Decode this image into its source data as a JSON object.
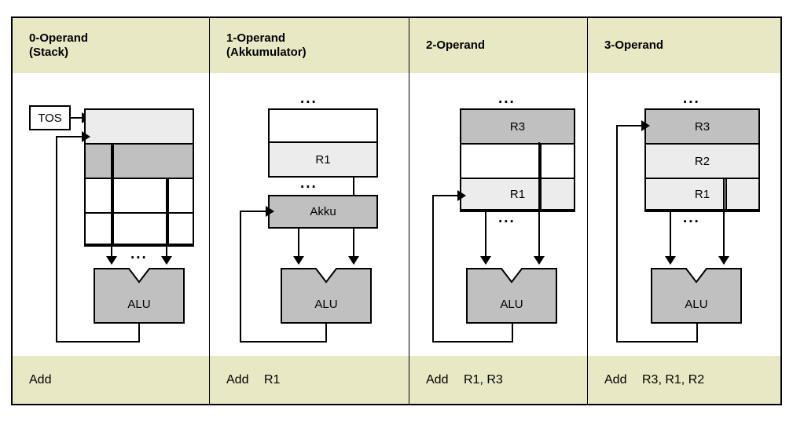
{
  "diagram": {
    "title_hidden": "",
    "colors": {
      "header_bg": "#e8e8c4",
      "footer_bg": "#e8e8c4",
      "cell_white": "#ffffff",
      "cell_light": "#ececec",
      "cell_dark": "#c0c0c0",
      "line": "#000000",
      "page_bg": "#ffffff"
    },
    "columns": [
      {
        "id": "col-0-operand",
        "header_line1": "0-Operand",
        "header_line2": "(Stack)",
        "instruction_mnemonic": "Add",
        "instruction_operands": "",
        "pointer_label": "TOS",
        "storage_type": "stack",
        "cells": [
          {
            "label": "",
            "shade": "light"
          },
          {
            "label": "",
            "shade": "dark"
          },
          {
            "label": "",
            "shade": "white"
          },
          {
            "label": "",
            "shade": "white"
          }
        ],
        "alu_label": "ALU",
        "ellipsis_top": "",
        "ellipsis_bottom": "..."
      },
      {
        "id": "col-1-operand",
        "header_line1": "1-Operand",
        "header_line2": "(Akkumulator)",
        "instruction_mnemonic": "Add",
        "instruction_operands": "R1",
        "pointer_label": "",
        "storage_type": "register-file",
        "cells": [
          {
            "label": "",
            "shade": "white"
          },
          {
            "label": "R1",
            "shade": "light"
          }
        ],
        "accumulator_label": "Akku",
        "alu_label": "ALU",
        "ellipsis_top": "...",
        "ellipsis_bottom": "..."
      },
      {
        "id": "col-2-operand",
        "header_line1": "2-Operand",
        "header_line2": "",
        "instruction_mnemonic": "Add",
        "instruction_operands": "R1, R3",
        "pointer_label": "",
        "storage_type": "register-file",
        "cells": [
          {
            "label": "R3",
            "shade": "dark"
          },
          {
            "label": "",
            "shade": "white"
          },
          {
            "label": "R1",
            "shade": "light"
          }
        ],
        "alu_label": "ALU",
        "ellipsis_top": "...",
        "ellipsis_bottom": "..."
      },
      {
        "id": "col-3-operand",
        "header_line1": "3-Operand",
        "header_line2": "",
        "instruction_mnemonic": "Add",
        "instruction_operands": "R3, R1, R2",
        "pointer_label": "",
        "storage_type": "register-file",
        "cells": [
          {
            "label": "R3",
            "shade": "dark"
          },
          {
            "label": "R2",
            "shade": "light"
          },
          {
            "label": "R1",
            "shade": "light"
          }
        ],
        "alu_label": "ALU",
        "ellipsis_top": "...",
        "ellipsis_bottom": "..."
      }
    ]
  }
}
